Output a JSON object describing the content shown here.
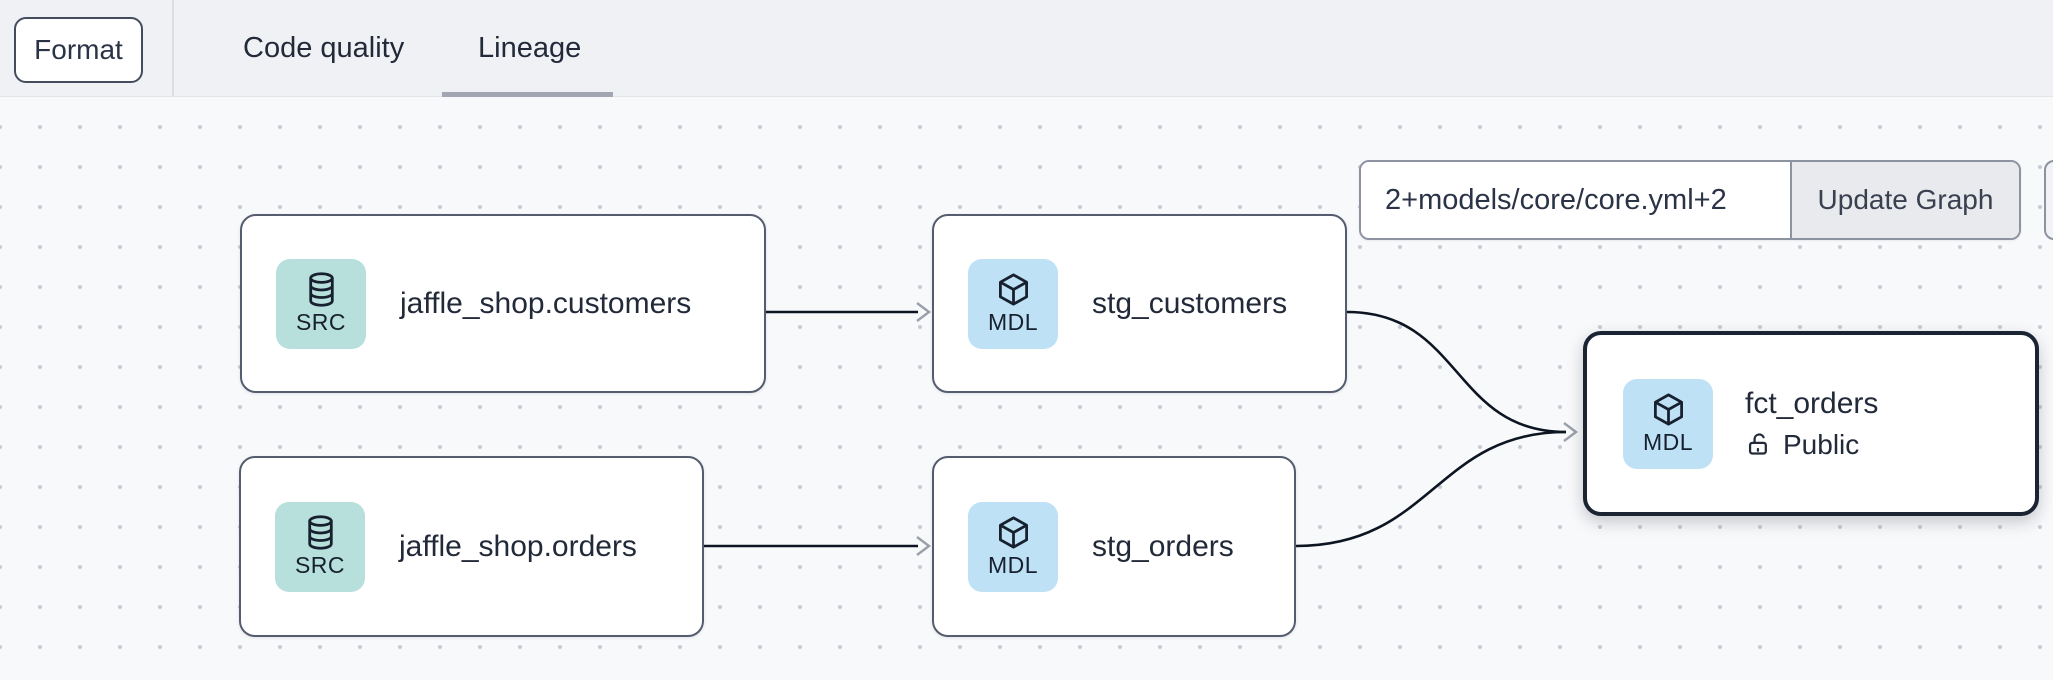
{
  "header": {
    "format_button": "Format",
    "tabs": [
      {
        "label": "Code quality",
        "active": false
      },
      {
        "label": "Lineage",
        "active": true
      }
    ]
  },
  "graph_controls": {
    "selector_value": "2+models/core/core.yml+2",
    "update_button": "Update Graph"
  },
  "nodes": [
    {
      "label": "jaffle_shop.customers",
      "type": "SRC",
      "icon": "database-icon",
      "selected": false
    },
    {
      "label": "stg_customers",
      "type": "MDL",
      "icon": "package-icon",
      "selected": false
    },
    {
      "label": "jaffle_shop.orders",
      "type": "SRC",
      "icon": "database-icon",
      "selected": false
    },
    {
      "label": "stg_orders",
      "type": "MDL",
      "icon": "package-icon",
      "selected": false
    },
    {
      "label": "fct_orders",
      "type": "MDL",
      "icon": "package-icon",
      "access": "Public",
      "access_icon": "lock-open-icon",
      "selected": true
    }
  ],
  "edges": [
    {
      "from": "jaffle_shop.customers",
      "to": "stg_customers"
    },
    {
      "from": "jaffle_shop.orders",
      "to": "stg_orders"
    },
    {
      "from": "stg_customers",
      "to": "fct_orders"
    },
    {
      "from": "stg_orders",
      "to": "fct_orders"
    }
  ],
  "colors": {
    "source_badge_bg": "#b7dfdc",
    "model_badge_bg": "#bee1f6",
    "node_border": "#545c6d",
    "selected_node_border": "#1a2433",
    "edge_line": "#0d1522",
    "arrowhead": "#9aa0aa",
    "tab_underline": "#a1a6b0",
    "topbar_bg": "#f0f1f4",
    "canvas_bg": "#f8f9fb"
  }
}
